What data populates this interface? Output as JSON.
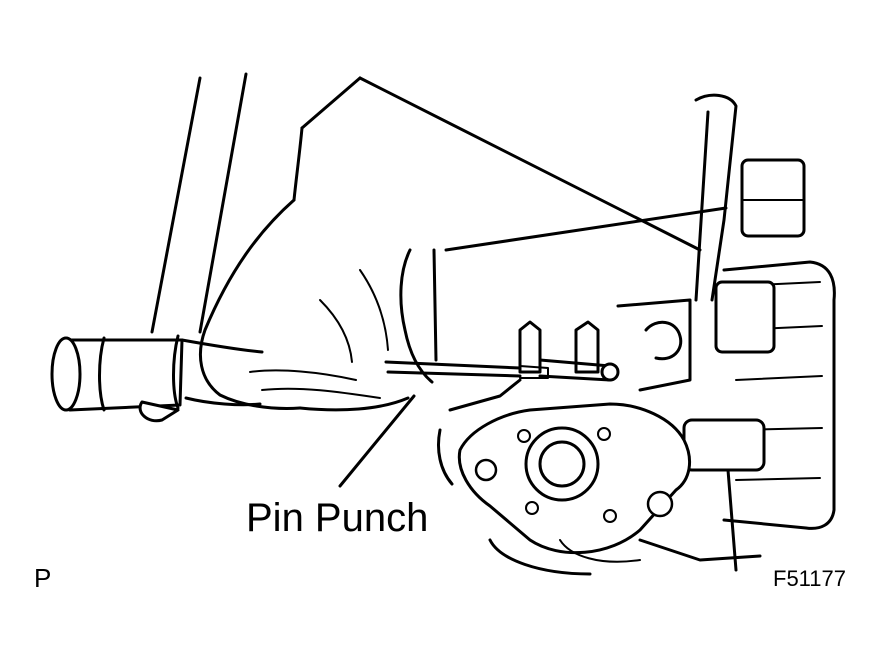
{
  "labels": {
    "pin_punch": "Pin Punch",
    "corner_mark": "P",
    "figure_id": "F51177"
  },
  "illustration": {
    "style": "black line drawing on white",
    "parts": [
      "hammer",
      "hand",
      "pin-punch",
      "brake-caliper-assembly"
    ]
  }
}
